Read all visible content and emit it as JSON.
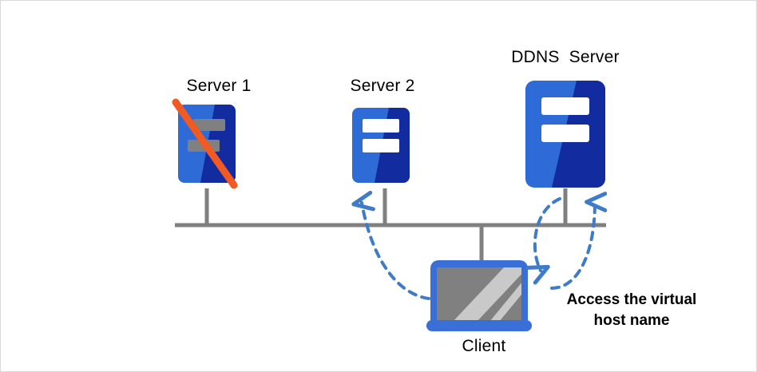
{
  "diagram": {
    "title_visible": false,
    "background_color": "#ffffff",
    "border_color": "#d9d9d9",
    "nodes": [
      {
        "id": "server1",
        "label": "Server 1",
        "type": "server",
        "state": "disabled",
        "bar_color": "#808080",
        "strike_color": "#F15A22",
        "body_light": "#2E6BD6",
        "body_dark": "#122B9E"
      },
      {
        "id": "server2",
        "label": "Server 2",
        "type": "server",
        "state": "active",
        "bar_color": "#ffffff",
        "body_light": "#2E6BD6",
        "body_dark": "#122B9E"
      },
      {
        "id": "ddns_server",
        "label": "DDNS  Server",
        "type": "server",
        "state": "active",
        "bar_color": "#ffffff",
        "body_light": "#2E6BD6",
        "body_dark": "#122B9E"
      },
      {
        "id": "client",
        "label": "Client",
        "type": "laptop",
        "bezel_color": "#3A6FD8",
        "screen_color": "#808080",
        "screen_stripe_color": "#C9C9C9"
      }
    ],
    "bus": {
      "color": "#808080",
      "label": ""
    },
    "connections": [
      {
        "id": "client-to-server2",
        "from": "client",
        "to": "server2",
        "style": "dashed-curved-arrow",
        "color": "#3E7BC8",
        "label": ""
      },
      {
        "id": "client-to-ddns",
        "from": "client",
        "to": "ddns_server",
        "style": "dashed-curved-arrow-down",
        "color": "#3E7BC8",
        "label": ""
      },
      {
        "id": "ddns-to-client",
        "from": "ddns_server",
        "to": "client",
        "style": "dashed-curved-arrow-up",
        "color": "#3E7BC8",
        "label": ""
      }
    ],
    "annotations": [
      {
        "id": "access-note",
        "text": "Access the virtual\nhost name",
        "color": "#000000"
      }
    ]
  }
}
